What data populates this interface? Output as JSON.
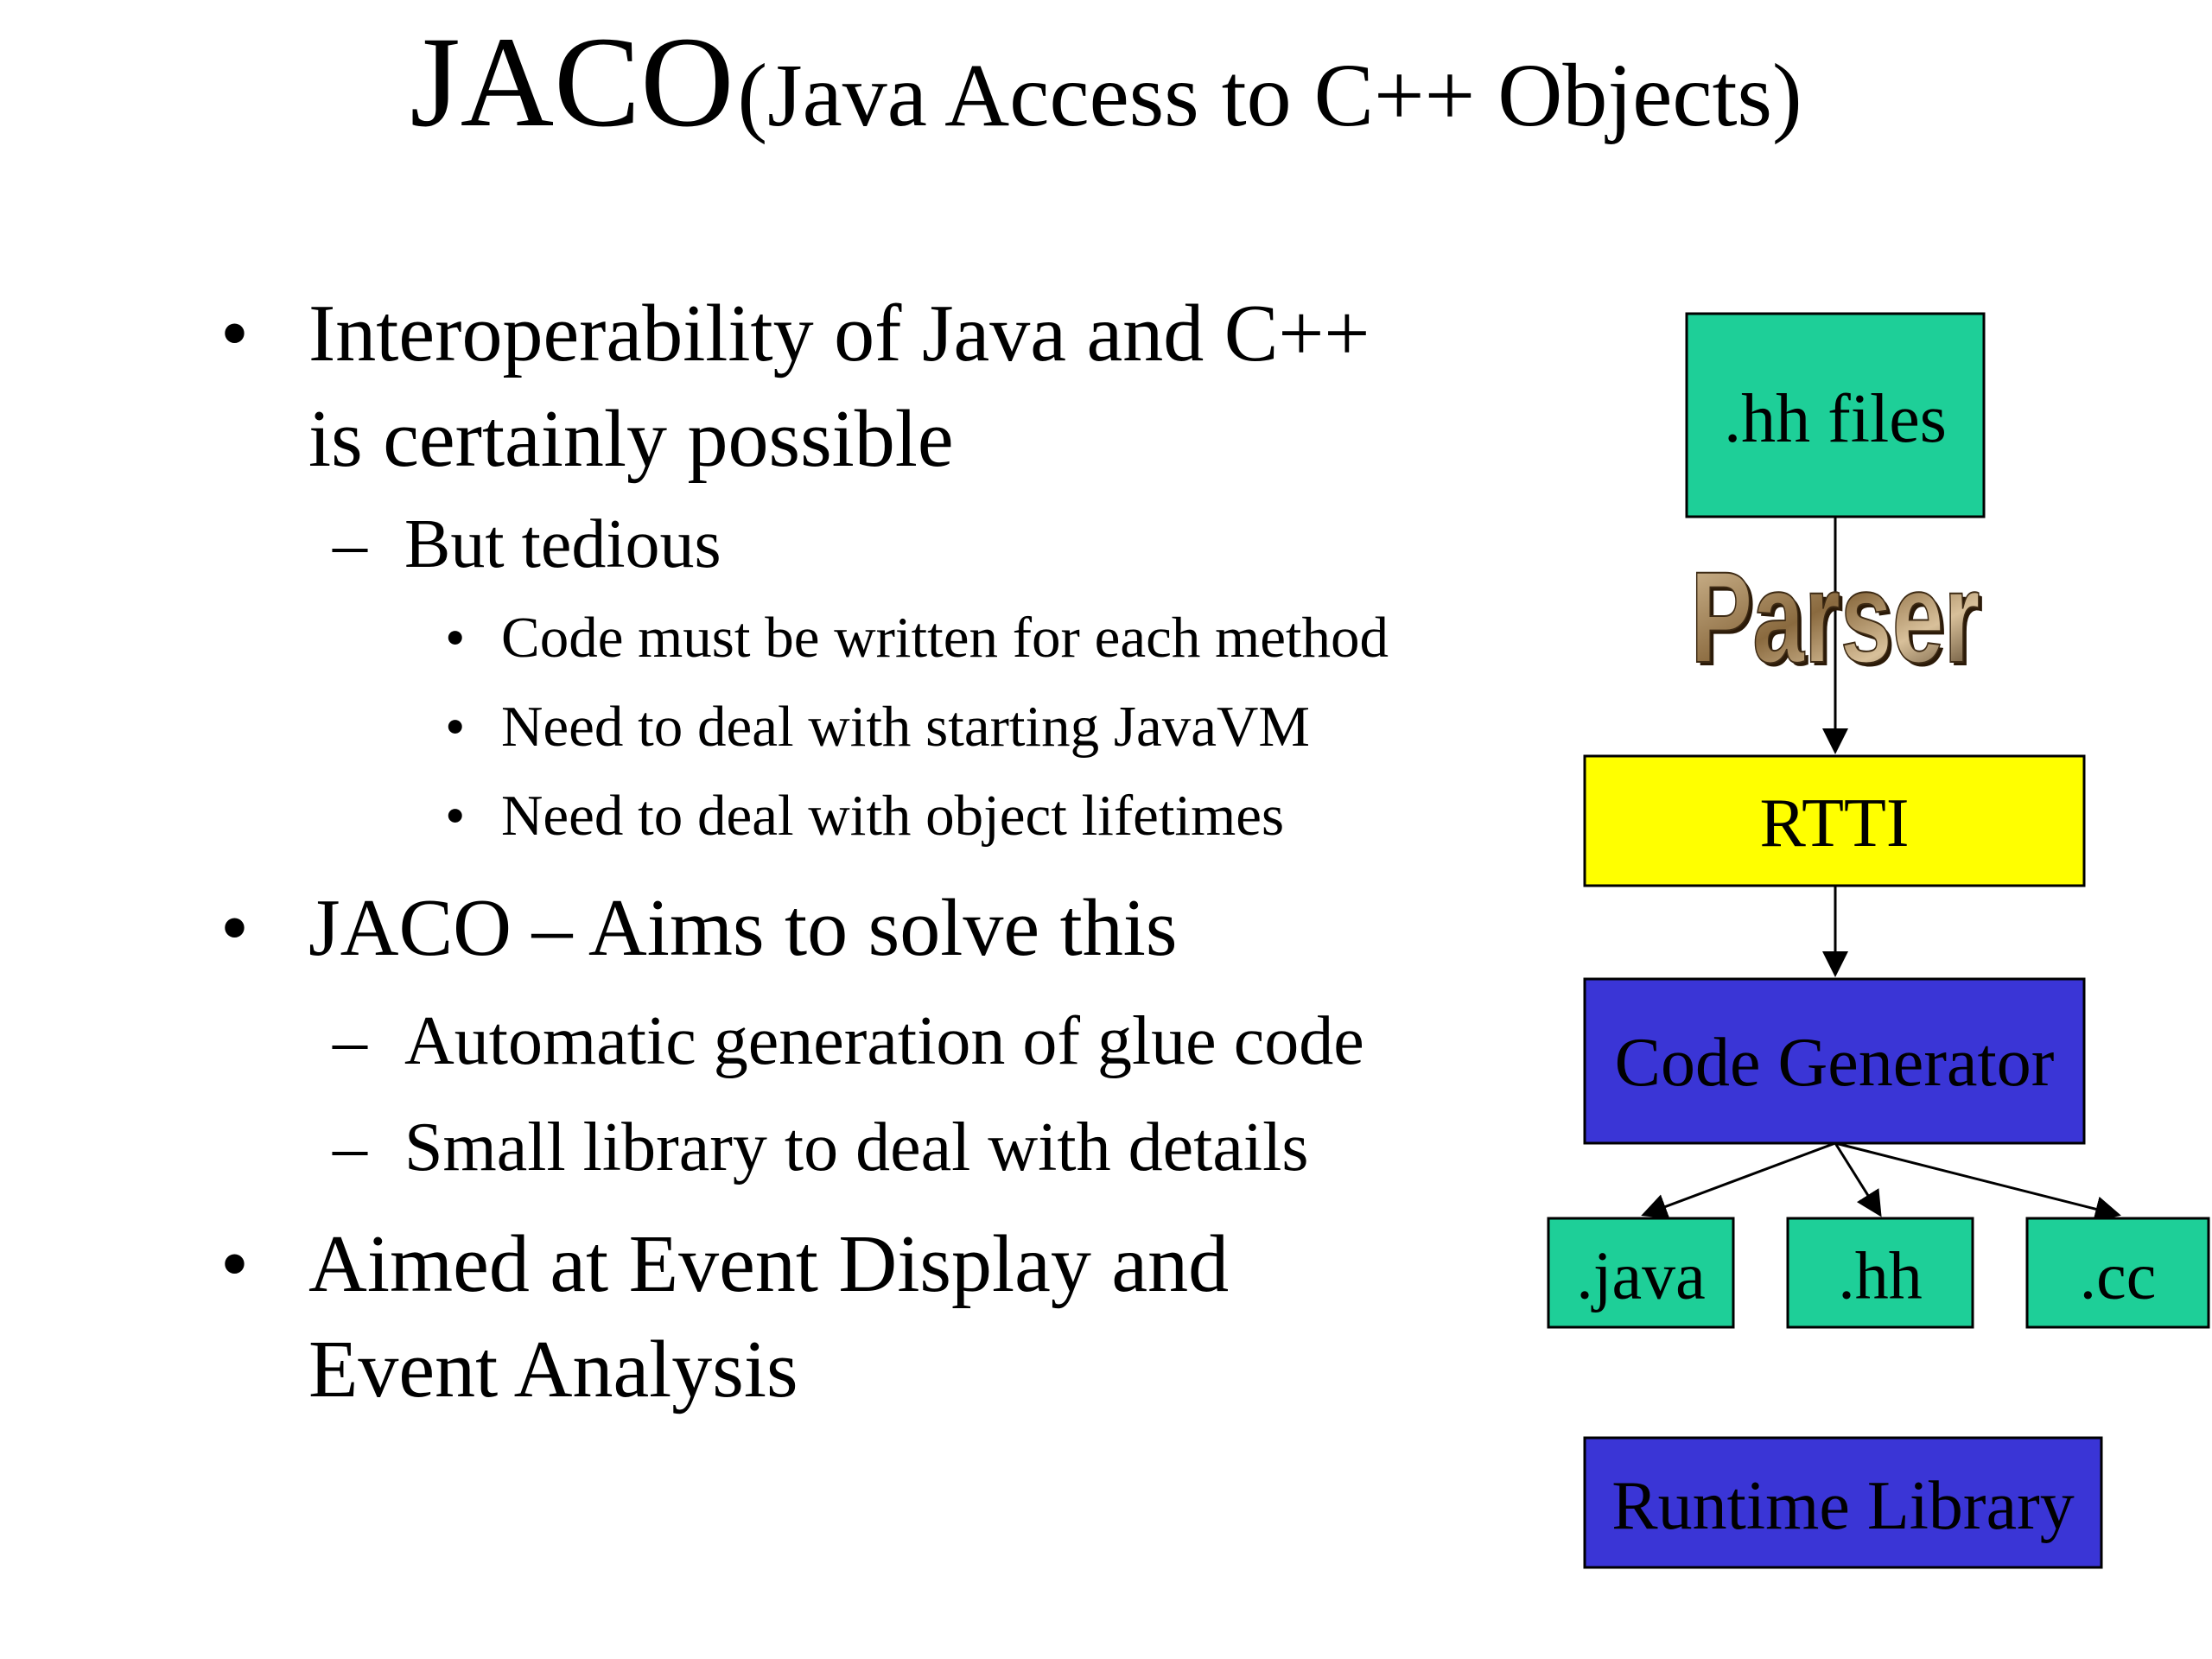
{
  "title": {
    "main": "JACO",
    "sub": "(Java Access to C++ Objects)"
  },
  "bullets": {
    "b1": {
      "marker": "•",
      "line1": "Interoperability of Java and C++",
      "line2": "is certainly possible"
    },
    "b1_sub1": {
      "marker": "–",
      "text": "But tedious"
    },
    "b1_sub1_points": [
      {
        "marker": "•",
        "text": "Code must be written for each method"
      },
      {
        "marker": "•",
        "text": "Need to deal with starting JavaVM"
      },
      {
        "marker": "•",
        "text": "Need to deal with object lifetimes"
      }
    ],
    "b2": {
      "marker": "•",
      "text": "JACO – Aims to solve this"
    },
    "b2_subs": [
      {
        "marker": "–",
        "text": "Automatic generation of glue code"
      },
      {
        "marker": "–",
        "text": "Small library to deal with details"
      }
    ],
    "b3": {
      "marker": "•",
      "line1": "Aimed at Event Display and",
      "line2": "Event Analysis"
    }
  },
  "diagram": {
    "hh_files": ".hh files",
    "parser": "Parser",
    "rtti": "RTTI",
    "code_generator": "Code Generator",
    "out_java": ".java",
    "out_hh": ".hh",
    "out_cc": ".cc",
    "runtime_library": "Runtime Library"
  },
  "colors": {
    "teal": "#1ecf98",
    "yellow": "#ffff00",
    "blue": "#3a35d6",
    "parser_brown": "#8a6a3f",
    "parser_light": "#d8c09a",
    "parser_dark": "#3d2a14"
  }
}
